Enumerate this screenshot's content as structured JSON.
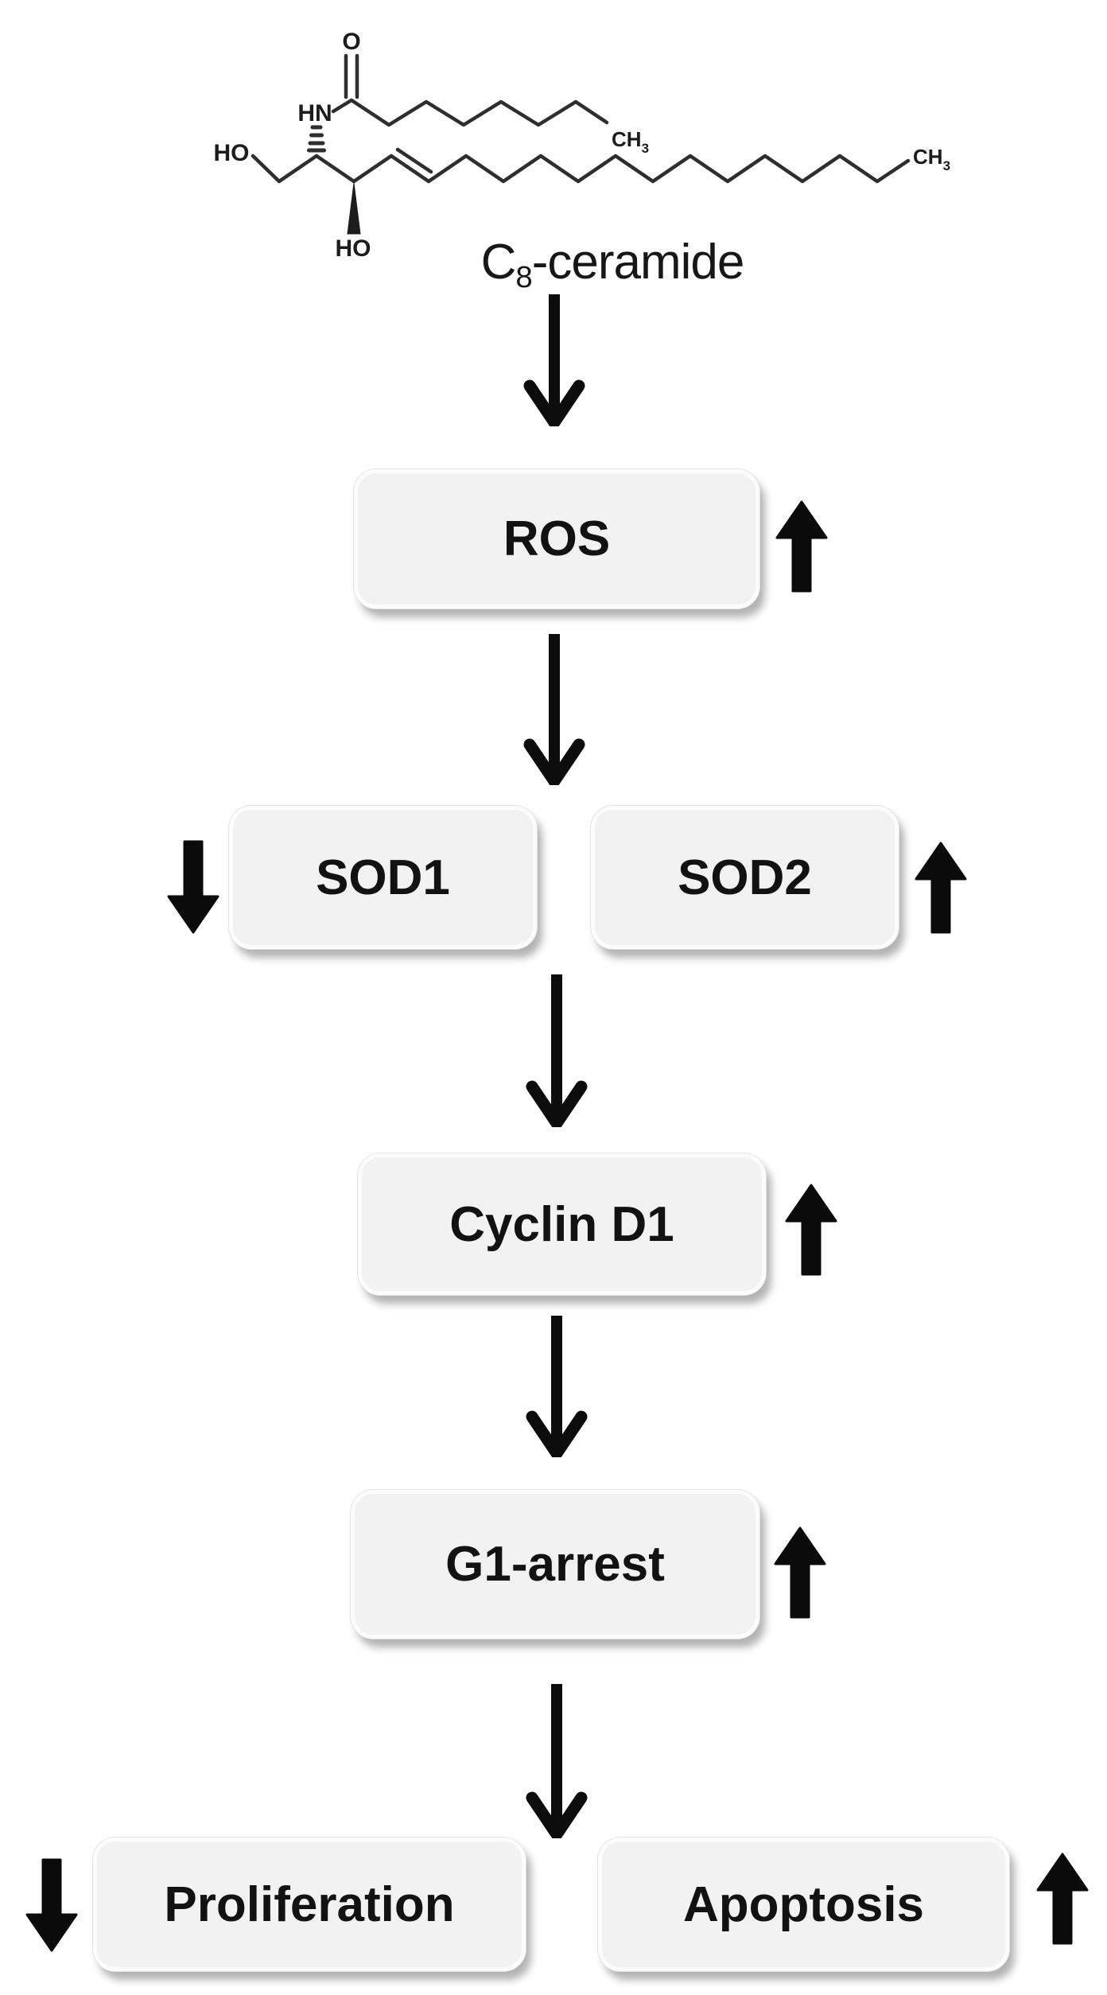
{
  "compound": {
    "caption": {
      "base": "C",
      "sub": "8",
      "rest": "-ceramide"
    },
    "structure_labels": {
      "oxygen": "O",
      "amide": "HN",
      "hydroxyl_left": "HO",
      "hydroxyl_bottom": "HO",
      "methyl_acyl": {
        "base": "CH",
        "sub": "3"
      },
      "methyl_chain": {
        "base": "CH",
        "sub": "3"
      }
    }
  },
  "nodes": [
    {
      "id": "ros",
      "label": "ROS",
      "regulation": "up"
    },
    {
      "id": "sod1",
      "label": "SOD1",
      "regulation": "down"
    },
    {
      "id": "sod2",
      "label": "SOD2",
      "regulation": "up"
    },
    {
      "id": "cyclin-d1",
      "label": "Cyclin D1",
      "regulation": "up"
    },
    {
      "id": "g1-arrest",
      "label": "G1-arrest",
      "regulation": "up"
    },
    {
      "id": "proliferation",
      "label": "Proliferation",
      "regulation": "down"
    },
    {
      "id": "apoptosis",
      "label": "Apoptosis",
      "regulation": "up"
    }
  ],
  "edges": [
    {
      "from": "C8-ceramide",
      "to": "ROS"
    },
    {
      "from": "ROS",
      "to": "SOD1 / SOD2"
    },
    {
      "from": "SOD1 / SOD2",
      "to": "Cyclin D1"
    },
    {
      "from": "Cyclin D1",
      "to": "G1-arrest"
    },
    {
      "from": "G1-arrest",
      "to": "Proliferation / Apoptosis"
    }
  ],
  "colors": {
    "background": "#ffffff",
    "node_fill": "#f2f2f2",
    "node_border": "#fcfcfc",
    "node_text": "#121212",
    "arrow": "#0b0b0b",
    "bond": "#2e2e2e"
  }
}
